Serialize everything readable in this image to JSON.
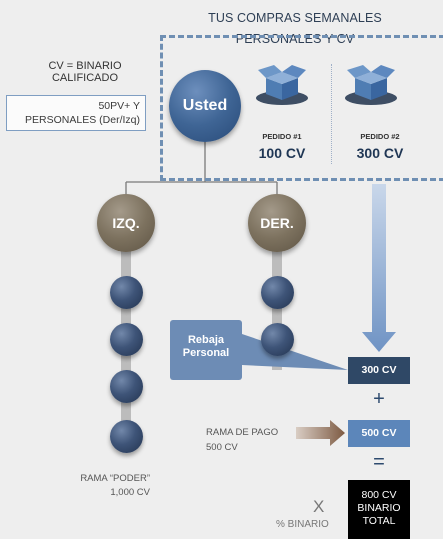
{
  "header": {
    "line1": "TUS COMPRAS SEMANALES",
    "line2": "PERSONALES Y CV"
  },
  "cv_definition": {
    "line1": "CV = BINARIO",
    "line2": "CALIFICADO"
  },
  "qualify_box": {
    "line1": "50PV+ Y",
    "line2": "PERSONALES (Der/Izq)"
  },
  "nodes": {
    "you": "Usted",
    "left": "IZQ.",
    "right": "DER."
  },
  "orders": [
    {
      "label": "PEDIDO #1",
      "value": "100 CV"
    },
    {
      "label": "PEDIDO #2",
      "value": "300 CV"
    }
  ],
  "rebate": {
    "line1": "Rebaja",
    "line2": "Personal"
  },
  "calc": {
    "personal_cv": "300 CV",
    "plus": "+",
    "payleg_cv": "500 CV",
    "equals": "=",
    "total": {
      "line1": "800 CV",
      "line2": "BINARIO",
      "line3": "TOTAL"
    },
    "times": "X",
    "binary_pct": "% BINARIO"
  },
  "pay_leg": {
    "line1": "RAMA DE PAGO",
    "line2": "500 CV"
  },
  "power_leg": {
    "line1": "RAMA “PODER”",
    "line2": "1,000 CV"
  },
  "colors": {
    "accent": "#6f8fb3",
    "navy": "#2f4866",
    "mid_blue": "#5c86ba",
    "rebate_blue": "#6d8cb5",
    "leg_brown": "#7d725f",
    "arrow_brown": "#8a6a55"
  }
}
